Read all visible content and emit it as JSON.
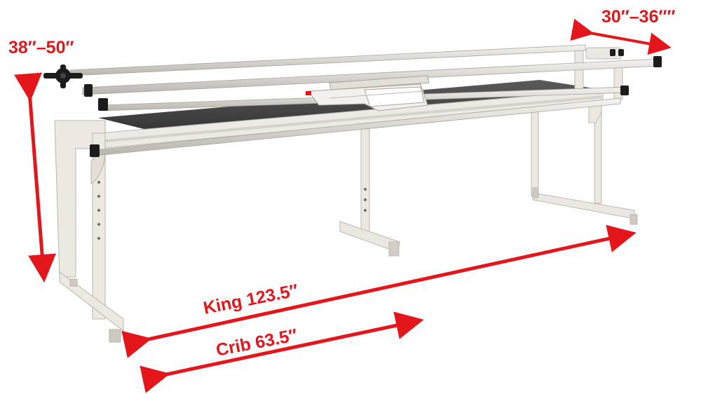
{
  "dimensions": {
    "height": "38″–50″",
    "depth": "30″–36″″",
    "king_length": "King 123.5″",
    "crib_length": "Crib 63.5″"
  },
  "colors": {
    "annotation": "#e3161b",
    "frame": "#e9e6df",
    "frame_edge": "#b9b5ac",
    "table_top": "#4a4a4a",
    "rail": "#dcdad4",
    "knob": "#1c1c1c"
  }
}
